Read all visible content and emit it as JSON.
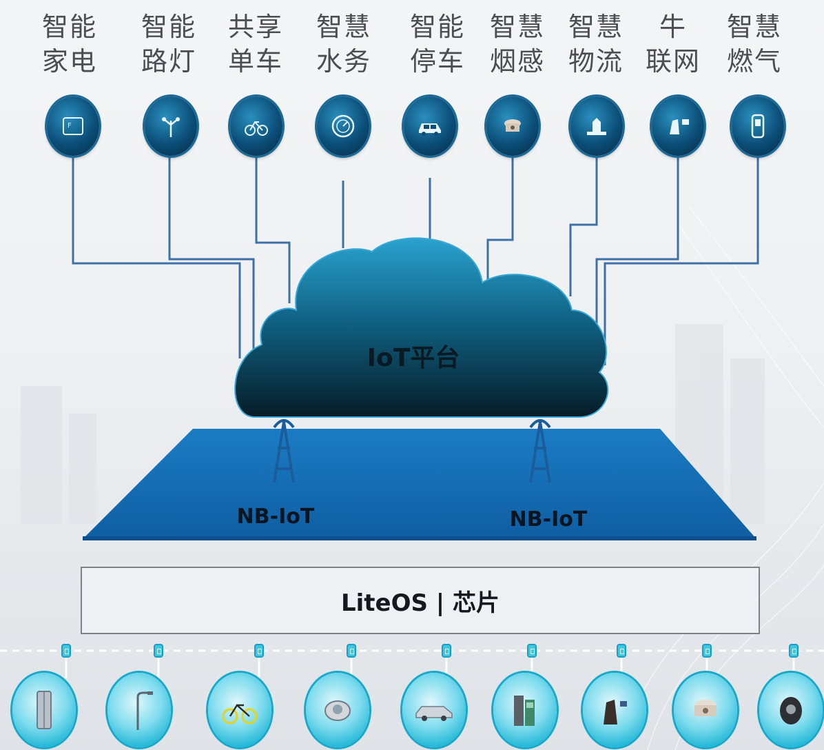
{
  "apps": [
    {
      "label": "智能\n家电",
      "icon": "appliance-icon"
    },
    {
      "label": "智能\n路灯",
      "icon": "streetlight-icon"
    },
    {
      "label": "共享\n单车",
      "icon": "bicycle-icon"
    },
    {
      "label": "智慧\n水务",
      "icon": "water-meter-icon"
    },
    {
      "label": "智能\n停车",
      "icon": "car-icon"
    },
    {
      "label": "智慧\n烟感",
      "icon": "smoke-detector-icon"
    },
    {
      "label": "智慧\n物流",
      "icon": "logistics-icon"
    },
    {
      "label": "牛\n联网",
      "icon": "cattle-icon"
    },
    {
      "label": "智慧\n燃气",
      "icon": "gas-meter-icon"
    }
  ],
  "platform": {
    "label": "IoT平台"
  },
  "network": {
    "left_label": "NB-IoT",
    "right_label": "NB-IoT"
  },
  "chip": {
    "label": "LiteOS | 芯片"
  },
  "devices": [
    {
      "icon": "refrigerator-icon"
    },
    {
      "icon": "street-lamp-icon"
    },
    {
      "icon": "bicycle-icon"
    },
    {
      "icon": "water-meter-icon"
    },
    {
      "icon": "car-icon"
    },
    {
      "icon": "parcel-locker-icon"
    },
    {
      "icon": "cattle-icon"
    },
    {
      "icon": "smoke-detector-icon"
    },
    {
      "icon": "gas-meter-icon"
    }
  ],
  "colors": {
    "cloud_top": "#2a9cc8",
    "cloud_bottom": "#07202c",
    "network_blue": "#1570b8",
    "line_blue": "#2b6aa8",
    "device_cyan": "#1fb6d6"
  }
}
